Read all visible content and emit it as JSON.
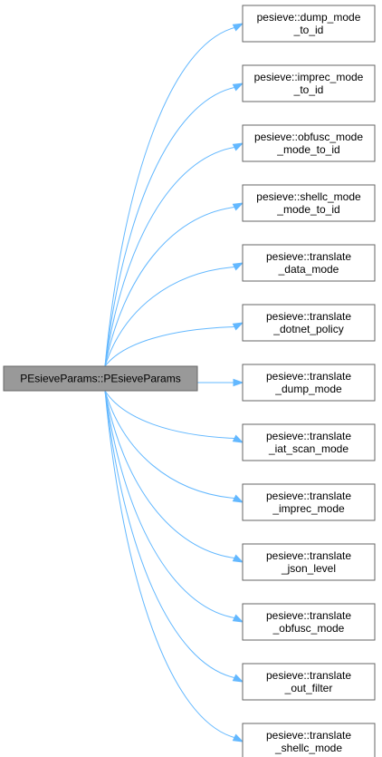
{
  "diagram": {
    "root": {
      "lines": [
        "PEsieveParams::PEsieveParams"
      ]
    },
    "callees": [
      {
        "lines": [
          "pesieve::dump_mode",
          "_to_id"
        ]
      },
      {
        "lines": [
          "pesieve::imprec_mode",
          "_to_id"
        ]
      },
      {
        "lines": [
          "pesieve::obfusc_mode",
          "_mode_to_id"
        ]
      },
      {
        "lines": [
          "pesieve::shellc_mode",
          "_mode_to_id"
        ]
      },
      {
        "lines": [
          "pesieve::translate",
          "_data_mode"
        ]
      },
      {
        "lines": [
          "pesieve::translate",
          "_dotnet_policy"
        ]
      },
      {
        "lines": [
          "pesieve::translate",
          "_dump_mode"
        ]
      },
      {
        "lines": [
          "pesieve::translate",
          "_iat_scan_mode"
        ]
      },
      {
        "lines": [
          "pesieve::translate",
          "_imprec_mode"
        ]
      },
      {
        "lines": [
          "pesieve::translate",
          "_json_level"
        ]
      },
      {
        "lines": [
          "pesieve::translate",
          "_obfusc_mode"
        ]
      },
      {
        "lines": [
          "pesieve::translate",
          "_out_filter"
        ]
      },
      {
        "lines": [
          "pesieve::translate",
          "_shellc_mode"
        ]
      }
    ],
    "colors": {
      "root_fill": "#999999",
      "node_fill": "#ffffff",
      "node_stroke": "#666666",
      "edge": "#63b8ff",
      "text": "#000000"
    }
  }
}
